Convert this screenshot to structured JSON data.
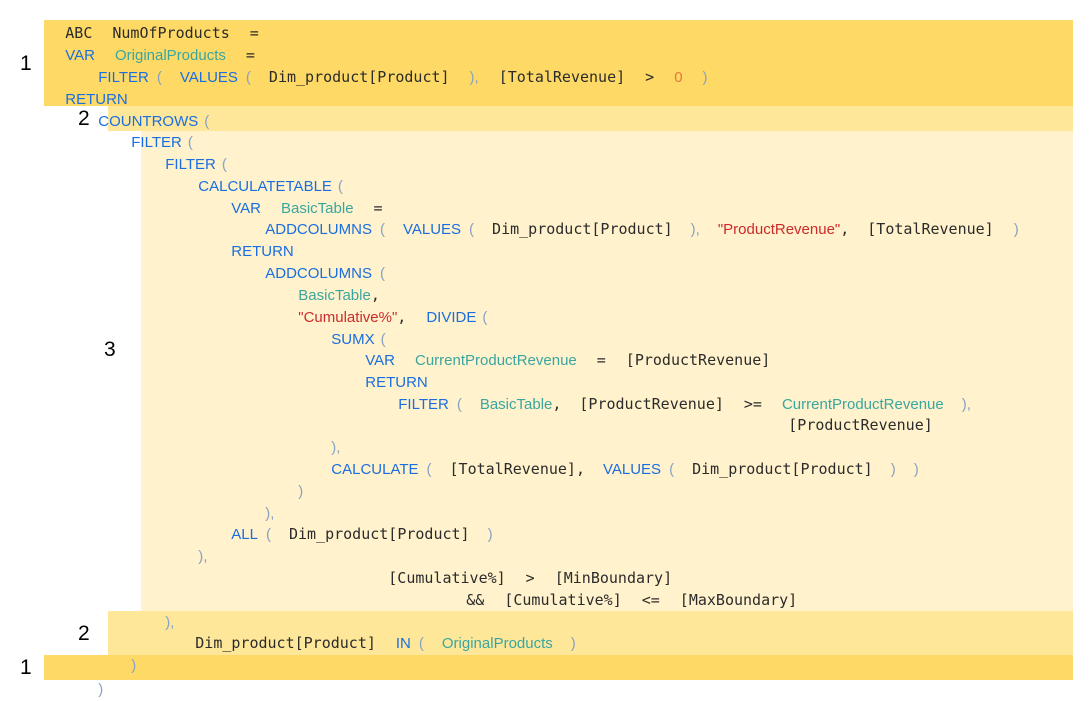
{
  "colors": {
    "level1": "#ffd966",
    "level2": "#ffe79a",
    "level3": "#fff2cc",
    "keyword": "#1a6ee0",
    "variable": "#3aa6a0",
    "string": "#cc2b2b",
    "number": "#e07a3a"
  },
  "level_labels": {
    "l1_top": "1",
    "l2_top": "2",
    "l3": "3",
    "l2_bottom": "2",
    "l1_bottom": "1"
  },
  "code": {
    "header_prefix": "ABC",
    "measure_name": "NumOfProducts",
    "eq": "=",
    "kw_var": "VAR",
    "kw_return": "RETURN",
    "kw_filter": "FILTER",
    "kw_values": "VALUES",
    "kw_countrows": "COUNTROWS",
    "kw_calculatetable": "CALCULATETABLE",
    "kw_addcolumns": "ADDCOLUMNS",
    "kw_divide": "DIVIDE",
    "kw_sumx": "SUMX",
    "kw_calculate": "CALCULATE",
    "kw_all": "ALL",
    "kw_in": "IN",
    "v_original_products": "OriginalProducts",
    "v_basic_table": "BasicTable",
    "v_current_product_revenue": "CurrentProductRevenue",
    "col_product": "Dim_product[Product]",
    "m_total_revenue": "[TotalRevenue]",
    "m_product_revenue": "[ProductRevenue]",
    "m_cumulative": "[Cumulative%]",
    "m_min_boundary": "[MinBoundary]",
    "m_max_boundary": "[MaxBoundary]",
    "s_product_revenue": "\"ProductRevenue\"",
    "s_cumulative": "\"Cumulative%\"",
    "n_zero": "0",
    "op_gt": ">",
    "op_gte": ">=",
    "op_lte": "<=",
    "op_and": "&&",
    "open_paren": "(",
    "close_paren": ")",
    "close_paren_comma": "),",
    "comma": ","
  }
}
